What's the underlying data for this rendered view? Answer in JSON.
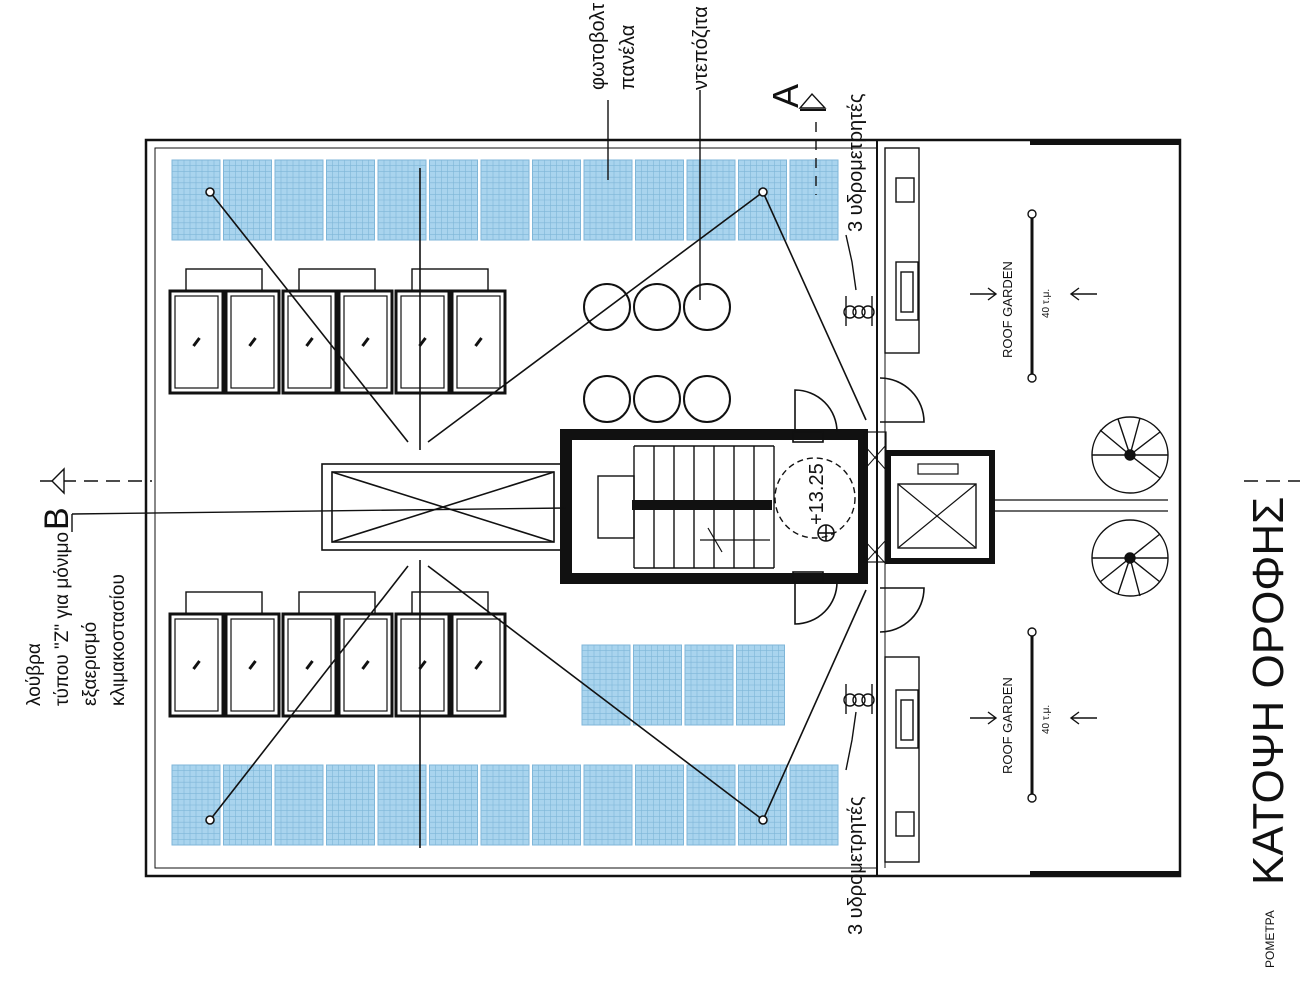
{
  "drawing_title": "ΚΑΤΟΨΗ ΟΡΟΦΗΣ",
  "section_marks": {
    "a": "A",
    "b": "B"
  },
  "labels": {
    "pv_line1": "φωτοβολτ",
    "pv_line2": "πανέλα",
    "tanks": "ντεπόζιτα",
    "water_meters_top": "3 υδρομετρητές",
    "water_meters_bottom": "3 υδρομετρητές",
    "louvre_line1": "λούβρα",
    "louvre_line2": "τύπου \"Z\" για μόνιμο",
    "louvre_line3": "εξαερισμό",
    "louvre_line4": "κλιμακοστασίου",
    "elevation": "+13.25",
    "roof_garden_top": "ROOF GARDEN",
    "roof_garden_top_area": "40 τ.μ.",
    "roof_garden_bottom": "ROOF GARDEN",
    "roof_garden_bottom_area": "40 τ.μ.",
    "corner_text": "ΡΟΜΕΤΡΑ"
  },
  "colors": {
    "panel_fill": "#a9d4ee",
    "panel_grid": "#7fb6d8",
    "ink": "#111111"
  }
}
